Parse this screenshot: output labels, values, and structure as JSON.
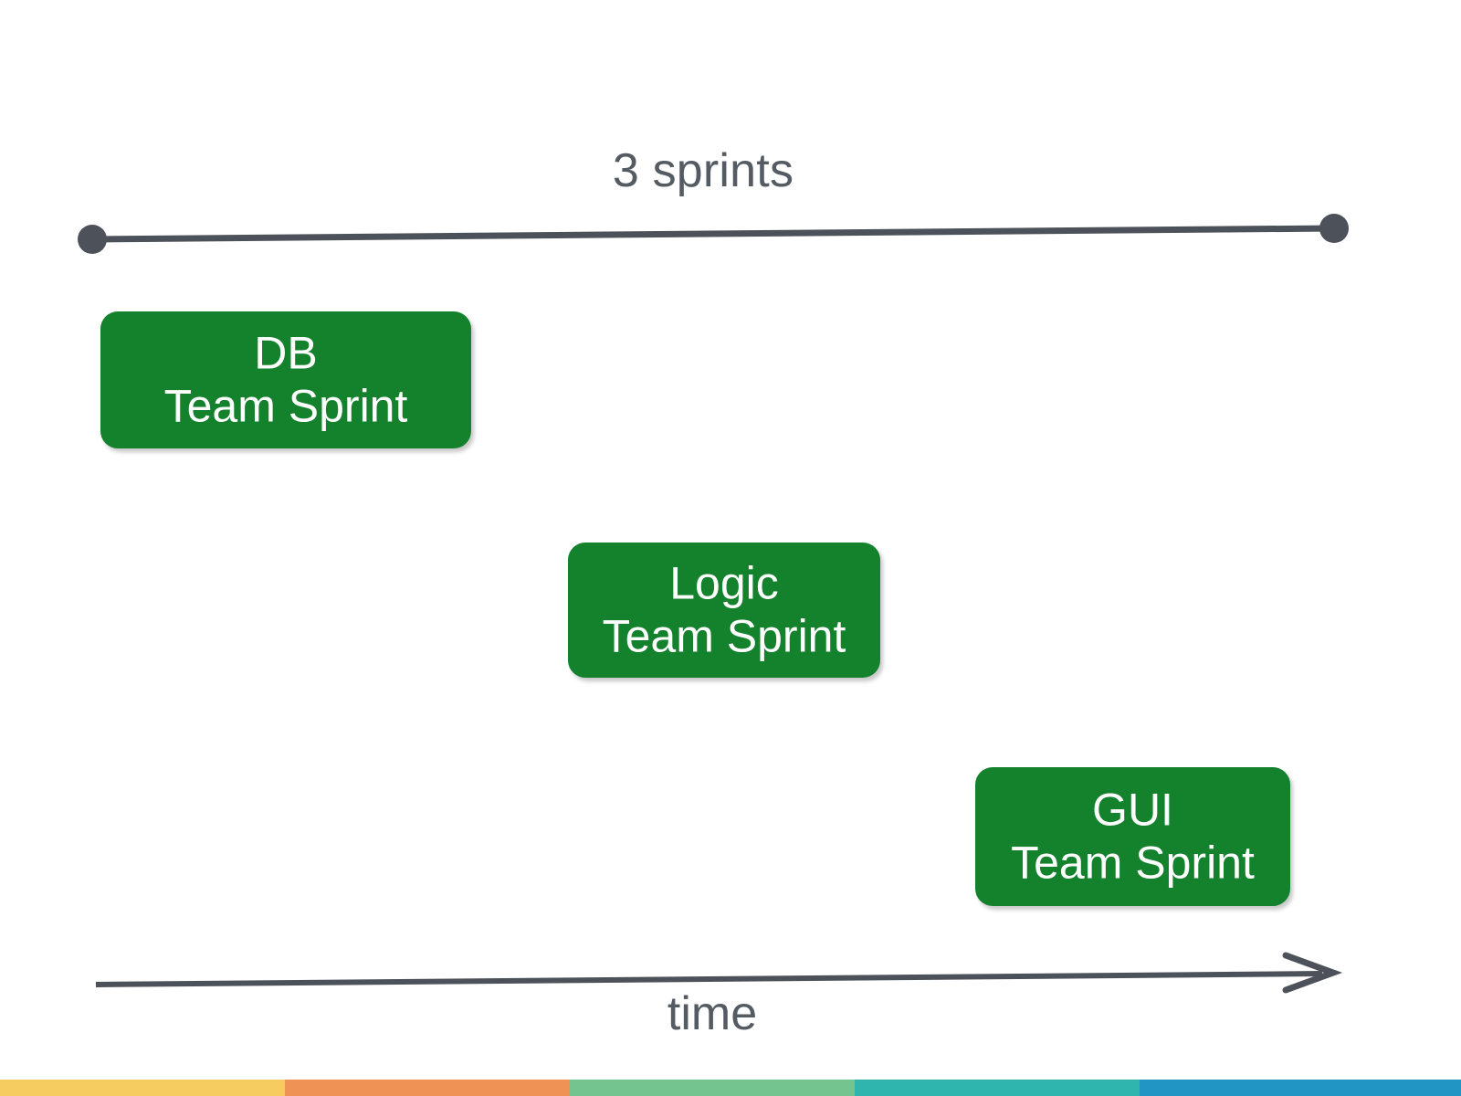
{
  "slide": {
    "background_color": "#ffffff",
    "top_span_label": "3 sprints",
    "axis_caption": "time"
  },
  "timeline": {
    "span_line": {
      "color": "#4d525a",
      "start_dot": "start-dot",
      "end_dot": "end-dot",
      "label": "3 sprints"
    },
    "time_axis": {
      "color": "#4d525a",
      "arrow_head": "arrow-right",
      "label": "time"
    }
  },
  "sprints": [
    {
      "id": "db",
      "line1": "DB",
      "line2": "Team Sprint",
      "color": "#14822c",
      "text_color": "#ffffff"
    },
    {
      "id": "logic",
      "line1": "Logic",
      "line2": "Team Sprint",
      "color": "#14822c",
      "text_color": "#ffffff"
    },
    {
      "id": "gui",
      "line1": "GUI",
      "line2": "Team Sprint",
      "color": "#14822c",
      "text_color": "#ffffff"
    }
  ],
  "color_bar": {
    "segments": [
      {
        "name": "yellow",
        "color": "#f6cb5f",
        "width_pct": 19.5
      },
      {
        "name": "orange",
        "color": "#ee9355",
        "width_pct": 19.5
      },
      {
        "name": "green",
        "color": "#74c490",
        "width_pct": 19.5
      },
      {
        "name": "teal",
        "color": "#2fb5ae",
        "width_pct": 19.5
      },
      {
        "name": "blue",
        "color": "#2196c4",
        "width_pct": 22.0
      }
    ]
  },
  "chart_data": {
    "type": "timeline",
    "title": "3 sprints",
    "xlabel": "time",
    "items": [
      {
        "label": "DB Team Sprint",
        "start": 0.0,
        "end": 0.3
      },
      {
        "label": "Logic Team Sprint",
        "start": 0.38,
        "end": 0.63
      },
      {
        "label": "GUI Team Sprint",
        "start": 0.71,
        "end": 0.96
      }
    ]
  }
}
